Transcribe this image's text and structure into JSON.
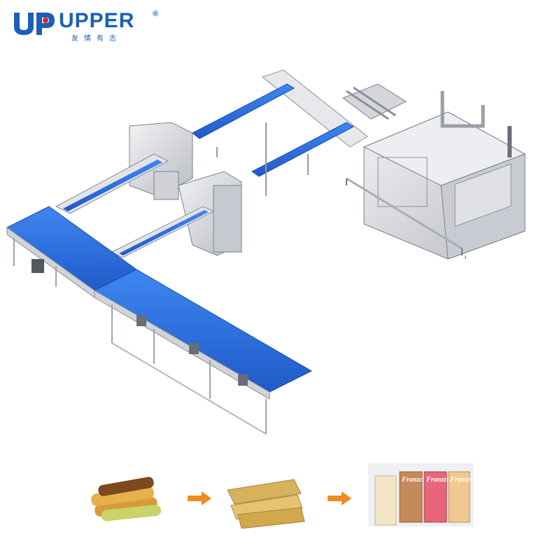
{
  "logo": {
    "brand": "UPPER",
    "registered": "®",
    "tagline": "友情有志",
    "brand_color": "#1b5fb8",
    "accent_color": "#e4212b"
  },
  "machine": {
    "icon": "packaging-line-illustration",
    "belt_color": "#2c6fe0",
    "frame_color": "#d9dadf"
  },
  "products": {
    "step1_icon": "biscuits-icon",
    "step2_icon": "wrapped-bars-icon",
    "step3_icon": "cartons-icon",
    "arrow_color": "#f08a1c",
    "carton_label": "Franzzi"
  }
}
